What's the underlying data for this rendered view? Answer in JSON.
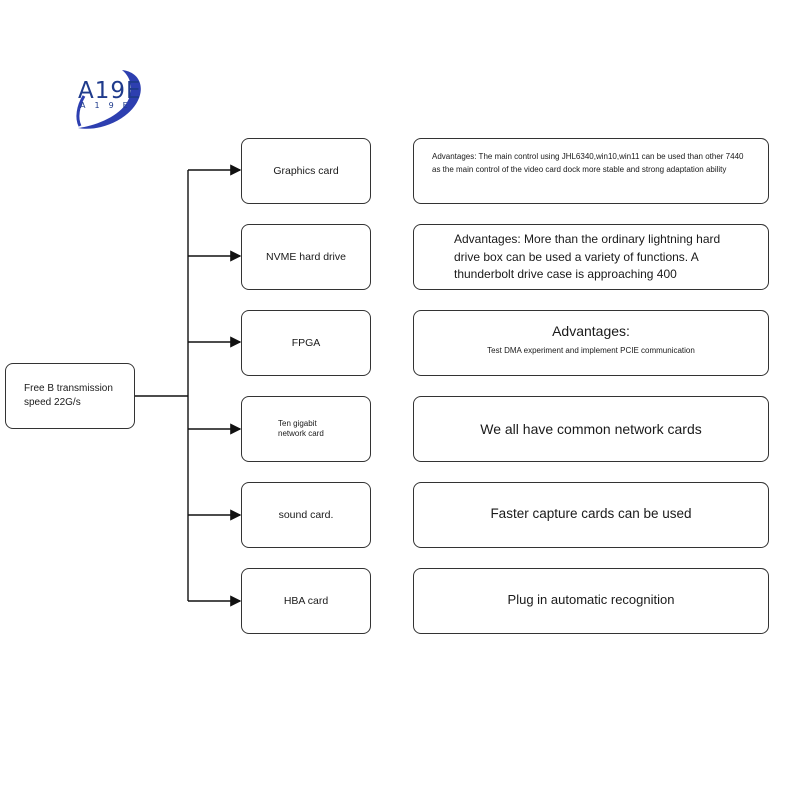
{
  "logo": {
    "text": "A19E",
    "subtext": "A19E"
  },
  "root": {
    "label": "Free B transmission speed 22G/s"
  },
  "categories": [
    {
      "label": "Graphics card",
      "description": "Advantages: The main control using JHL6340,win10,win11 can be used than other 7440 as the main control of the video card dock more stable and strong adaptation ability"
    },
    {
      "label": "NVME hard drive",
      "description": "Advantages: More than the ordinary lightning hard drive box can be used a variety of functions. A thunderbolt drive case is approaching 400"
    },
    {
      "label": "FPGA",
      "description_title": "Advantages:",
      "description": "Test DMA experiment and implement PCIE communication"
    },
    {
      "label": "Ten gigabit network card",
      "description": "We all have common network cards"
    },
    {
      "label": "sound card.",
      "description": "Faster capture cards can be used"
    },
    {
      "label": "HBA card",
      "description": "Plug in automatic recognition"
    }
  ]
}
